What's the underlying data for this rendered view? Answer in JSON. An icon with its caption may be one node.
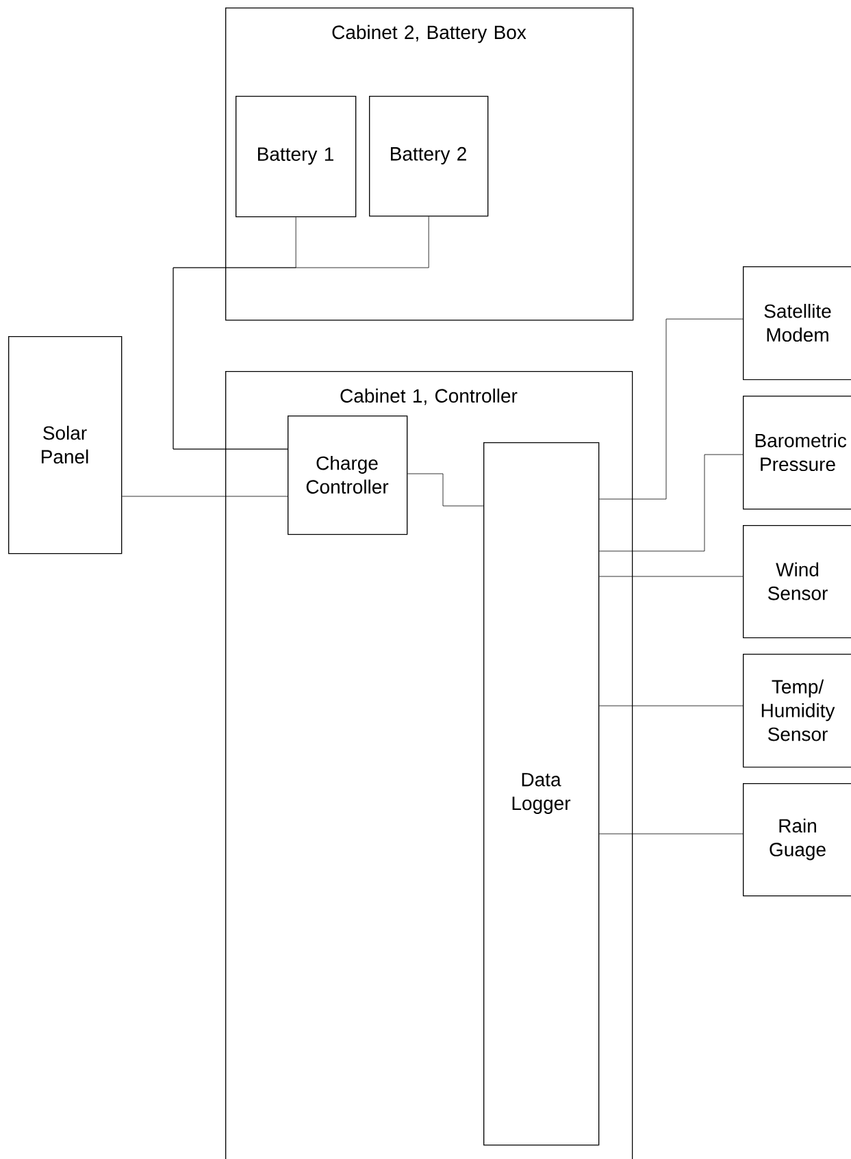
{
  "diagram": {
    "nodes": [
      {
        "text": [
          "Cabinet 2, Battery Box"
        ]
      },
      {
        "text": [
          "Battery 1"
        ],
        "in": 0
      },
      {
        "text": [
          "Battery 2"
        ],
        "in": 0
      },
      {
        "text": [
          "Solar Panel"
        ]
      },
      {
        "text": [
          "Cabinet 1, Controller"
        ]
      },
      {
        "text": [
          "Charge Controller"
        ],
        "in": 4
      },
      {
        "text": [
          "Data Logger"
        ],
        "in": 4
      },
      {
        "text": [
          "Satellite Modem"
        ]
      },
      {
        "text": [
          "Barometric Pressure"
        ]
      },
      {
        "text": [
          "Wind Sensor"
        ]
      },
      {
        "text": [
          "Temp/ Humidity Sensor"
        ]
      },
      {
        "text": [
          "Rain Guage"
        ]
      }
    ],
    "edges": [
      {
        "from": 1,
        "to": 5,
        "arrow": "none"
      },
      {
        "from": 2,
        "to": 5,
        "arrow": "none"
      },
      {
        "from": 3,
        "to": 5,
        "arrow": "none"
      },
      {
        "from": 5,
        "to": 6,
        "arrow": "none"
      },
      {
        "from": 6,
        "to": 7,
        "arrow": "none"
      },
      {
        "from": 6,
        "to": 8,
        "arrow": "none"
      },
      {
        "from": 6,
        "to": 9,
        "arrow": "none"
      },
      {
        "from": 6,
        "to": 10,
        "arrow": "none"
      },
      {
        "from": 6,
        "to": 11,
        "arrow": "none"
      }
    ]
  }
}
